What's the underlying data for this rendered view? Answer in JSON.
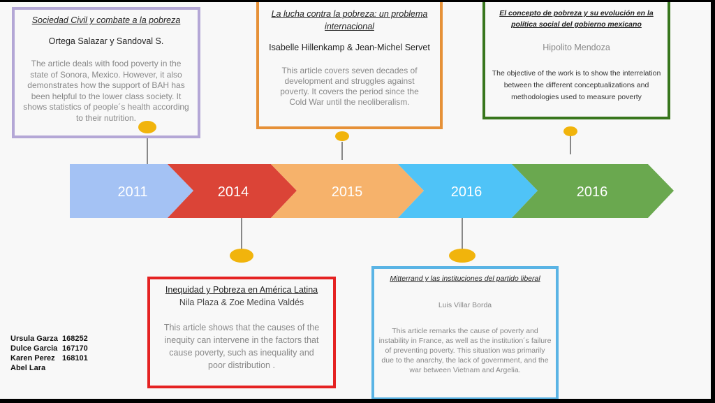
{
  "timeline": [
    {
      "year": "2011",
      "color": "#a4c2f4"
    },
    {
      "year": "2014",
      "color": "#db4437"
    },
    {
      "year": "2015",
      "color": "#f6b26b"
    },
    {
      "year": "2016",
      "color": "#4fc3f7"
    },
    {
      "year": "2016",
      "color": "#6aa84f"
    }
  ],
  "cards": [
    {
      "title": "Sociedad Civil y combate a la pobreza",
      "author": "Ortega Salazar y Sandoval S.",
      "text": "The article deals with food poverty in the state of Sonora, Mexico. However, it also demonstrates how the support of BAH has been helpful to the lower class society. It shows statistics of people´s health according to their nutrition.",
      "color": "#b4a7d6"
    },
    {
      "title": "La lucha contra la pobreza: un problema internacional",
      "author": "Isabelle Hillenkamp & Jean-Michel Servet",
      "text": "This article covers seven decades of development and struggles against poverty. It covers the period since the Cold War until the neoliberalism.",
      "color": "#e69138"
    },
    {
      "title": "El concepto de pobreza y su evolución en la política social del gobierno mexicano",
      "author": "Hipolito Mendoza",
      "text": "The objective of the work is to show the interrelation between the different conceptualizations and methodologies used to measure poverty",
      "color": "#38761d"
    },
    {
      "title": "Inequidad y Pobreza en América Latina",
      "author": "Nila Plaza & Zoe Medina Valdés",
      "text": "This article shows that the causes of the inequity can intervene in the factors that cause poverty, such as inequality and poor distribution .",
      "color": "#e52222"
    },
    {
      "title": "Mitterrand y las instituciones del partido liberal",
      "author": "Luis Villar Borda",
      "text": "This article remarks the cause of poverty and instability in France, as well as the institution´s failure of preventing poverty. This situation was primarily due to the anarchy, the lack of government, and the war between Vietnam and Argelia.",
      "color": "#5ab4e5"
    }
  ],
  "students": [
    {
      "name": "Ursula Garza",
      "id": "168252"
    },
    {
      "name": "Dulce Garcia",
      "id": "167170"
    },
    {
      "name": "Karen Perez",
      "id": "168101"
    },
    {
      "name": "Abel Lara",
      "id": ""
    }
  ],
  "marker_color": "#f1b40c"
}
